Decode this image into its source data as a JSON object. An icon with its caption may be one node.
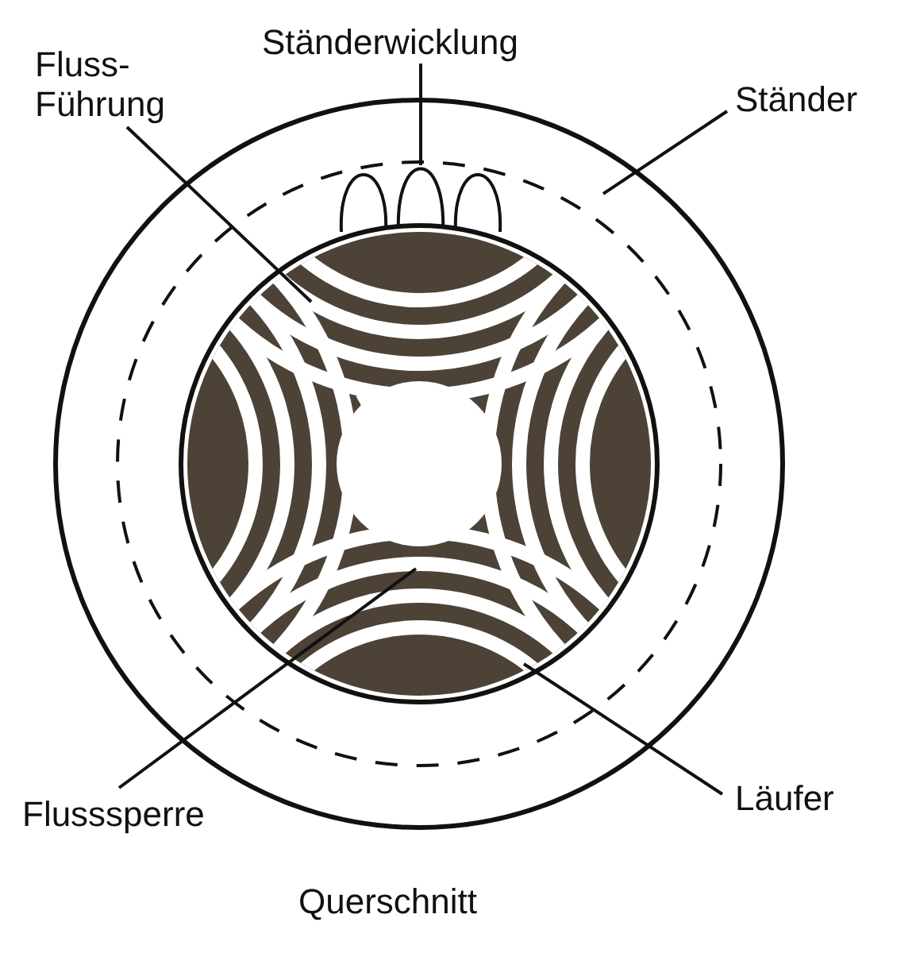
{
  "diagram": {
    "caption": "Querschnitt",
    "nodes": [
      {
        "text": [
          "Ständerwicklung"
        ]
      },
      {
        "text": [
          "Fluss-Führung"
        ]
      },
      {
        "text": [
          "Ständer"
        ]
      },
      {
        "text": [
          "Flusssperre"
        ]
      },
      {
        "text": [
          "Läufer"
        ]
      }
    ],
    "edges": [
      {
        "from": 0,
        "to": null,
        "arrow": "none"
      },
      {
        "from": 1,
        "to": null,
        "arrow": "none"
      },
      {
        "from": 2,
        "to": null,
        "arrow": "none"
      },
      {
        "from": 3,
        "to": null,
        "arrow": "none"
      },
      {
        "from": 4,
        "to": null,
        "arrow": "none"
      }
    ]
  }
}
